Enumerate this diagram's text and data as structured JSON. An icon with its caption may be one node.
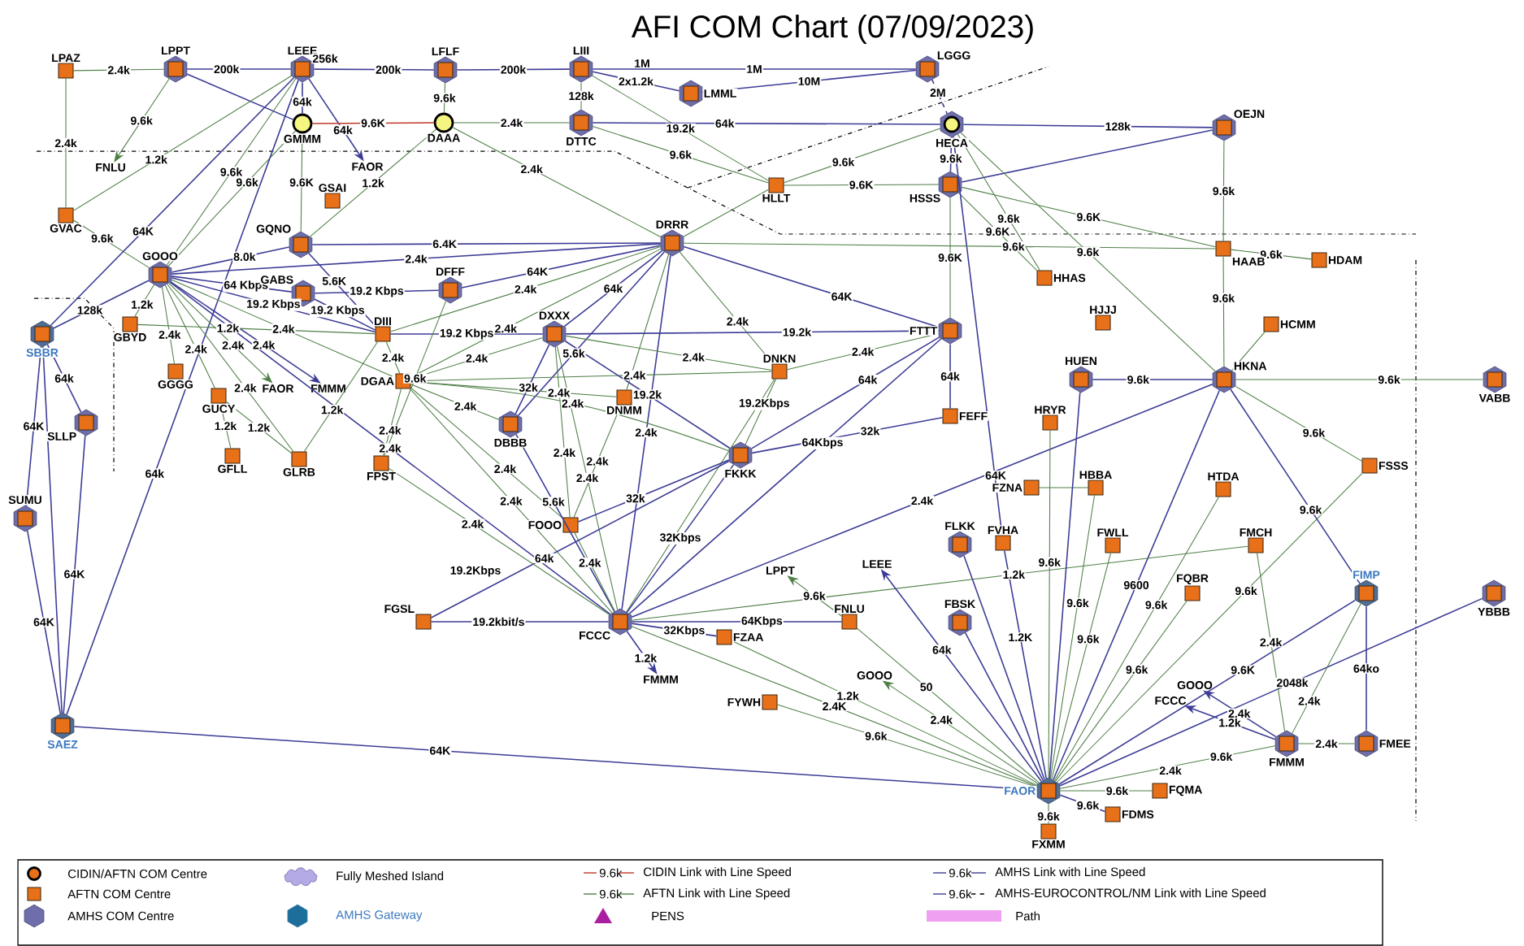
{
  "diagram": {
    "title": "AFI COM Chart (07/09/2023)",
    "nodes": [
      {
        "text": [
          "LPAZ"
        ]
      },
      {
        "text": [
          "LPPT"
        ]
      },
      {
        "text": [
          "LEEE"
        ]
      },
      {
        "text": [
          "LFLF"
        ]
      },
      {
        "text": [
          "LIII"
        ]
      },
      {
        "text": [
          "LMML"
        ]
      },
      {
        "text": [
          "LGGG"
        ]
      },
      {
        "text": [
          "GMMM"
        ]
      },
      {
        "text": [
          "DAAA"
        ]
      },
      {
        "text": [
          "DTTC"
        ]
      },
      {
        "text": [
          "HECA"
        ]
      },
      {
        "text": [
          "OEJN"
        ]
      },
      {
        "text": [
          "FNLU"
        ]
      },
      {
        "text": [
          "FAOR"
        ]
      },
      {
        "text": [
          "HLLT"
        ]
      },
      {
        "text": [
          "HSSS"
        ]
      },
      {
        "text": [
          "GSAI"
        ]
      },
      {
        "text": [
          "GVAC"
        ]
      },
      {
        "text": [
          "DRRR"
        ]
      },
      {
        "text": [
          "GQNO"
        ]
      },
      {
        "text": [
          "HAAB"
        ]
      },
      {
        "text": [
          "HDAM"
        ]
      },
      {
        "text": [
          "GOOO"
        ]
      },
      {
        "text": [
          "HHAS"
        ]
      },
      {
        "text": [
          "GABS"
        ]
      },
      {
        "text": [
          "DFFF"
        ]
      },
      {
        "text": [
          "HJJJ"
        ]
      },
      {
        "text": [
          "HCMM"
        ]
      },
      {
        "text": [
          "GBYD"
        ]
      },
      {
        "text": [
          "SBBR"
        ]
      },
      {
        "text": [
          "DIII"
        ]
      },
      {
        "text": [
          "DXXX"
        ]
      },
      {
        "text": [
          "FTTT"
        ]
      },
      {
        "text": [
          "GGGG"
        ]
      },
      {
        "text": [
          "DNKN"
        ]
      },
      {
        "text": [
          "HUEN"
        ]
      },
      {
        "text": [
          "HKNA"
        ]
      },
      {
        "text": [
          "VABB"
        ]
      },
      {
        "text": [
          "FAOR"
        ]
      },
      {
        "text": [
          "FMMM"
        ]
      },
      {
        "text": [
          "DGAA"
        ]
      },
      {
        "text": [
          "GUCY"
        ]
      },
      {
        "text": [
          "DNMM"
        ]
      },
      {
        "text": [
          "DBBB"
        ]
      },
      {
        "text": [
          "FEFF"
        ]
      },
      {
        "text": [
          "SLLP"
        ]
      },
      {
        "text": [
          "HRYR"
        ]
      },
      {
        "text": [
          "FKKK"
        ]
      },
      {
        "text": [
          "GFLL"
        ]
      },
      {
        "text": [
          "GLRB"
        ]
      },
      {
        "text": [
          "FPST"
        ]
      },
      {
        "text": [
          "FZNA"
        ]
      },
      {
        "text": [
          "HBBA"
        ]
      },
      {
        "text": [
          "FSSS"
        ]
      },
      {
        "text": [
          "HTDA"
        ]
      },
      {
        "text": [
          "SUMU"
        ]
      },
      {
        "text": [
          "FOOO"
        ]
      },
      {
        "text": [
          "FLKK"
        ]
      },
      {
        "text": [
          "FVHA"
        ]
      },
      {
        "text": [
          "FWLL"
        ]
      },
      {
        "text": [
          "FMCH"
        ]
      },
      {
        "text": [
          "LPPT"
        ]
      },
      {
        "text": [
          "LEEE"
        ]
      },
      {
        "text": [
          "FQBR"
        ]
      },
      {
        "text": [
          "FIMP"
        ]
      },
      {
        "text": [
          "YBBB"
        ]
      },
      {
        "text": [
          "FGSL"
        ]
      },
      {
        "text": [
          "FCCC"
        ]
      },
      {
        "text": [
          "FNLU"
        ]
      },
      {
        "text": [
          "FBSK"
        ]
      },
      {
        "text": [
          "FZAA"
        ]
      },
      {
        "text": [
          "GOOO"
        ]
      },
      {
        "text": [
          "GOOO"
        ]
      },
      {
        "text": [
          "FMMM"
        ]
      },
      {
        "text": [
          "FCCC"
        ]
      },
      {
        "text": [
          "FYWH"
        ]
      },
      {
        "text": [
          "SAEZ"
        ]
      },
      {
        "text": [
          "FMMM"
        ]
      },
      {
        "text": [
          "FMEE"
        ]
      },
      {
        "text": [
          "FAOR"
        ]
      },
      {
        "text": [
          "FQMA"
        ]
      },
      {
        "text": [
          "FDMS"
        ]
      },
      {
        "text": [
          "FXMM"
        ]
      }
    ],
    "edges": [
      {
        "from": 0,
        "to": 1,
        "arrow": "none",
        "label": "2.4k"
      },
      {
        "from": 1,
        "to": 2,
        "arrow": "none",
        "label": "200k",
        "color": "#3c3c96"
      },
      {
        "from": 2,
        "to": 3,
        "arrow": "none",
        "label": "200k",
        "color": "#3c3c96"
      },
      {
        "from": 3,
        "to": 4,
        "arrow": "none",
        "label": "200k",
        "color": "#3c3c96"
      },
      {
        "from": 4,
        "to": 6,
        "arrow": "none",
        "label": "1M",
        "color": "#3c3c96"
      },
      {
        "from": 4,
        "to": 5,
        "arrow": "none",
        "label": "2x1.2k",
        "color": "#3c3c96"
      },
      {
        "from": 5,
        "to": 6,
        "arrow": "none",
        "label": "10M",
        "color": "#3c3c96"
      },
      {
        "from": 4,
        "to": 9,
        "arrow": "none",
        "label": "128k"
      },
      {
        "from": 4,
        "to": 14,
        "arrow": "none",
        "label": "19.2k"
      },
      {
        "from": 6,
        "to": 10,
        "arrow": "none",
        "label": "2M",
        "color": "#3c3c96",
        "style": "dashed"
      },
      {
        "from": 1,
        "to": 12,
        "arrow": "to",
        "label": "9.6k"
      },
      {
        "from": 1,
        "to": 7,
        "arrow": "none",
        "color": "#3c3c96"
      },
      {
        "from": 2,
        "to": 7,
        "arrow": "none",
        "label": "64k",
        "color": "#3c3c96"
      },
      {
        "from": 2,
        "to": 13,
        "arrow": "to",
        "label": "64k",
        "color": "#3c3c96"
      },
      {
        "from": 2,
        "to": 17,
        "arrow": "none",
        "label": "1.2k"
      },
      {
        "from": 7,
        "to": 8,
        "arrow": "none",
        "label": "9.6K",
        "color": "#c0392b"
      },
      {
        "from": 3,
        "to": 8,
        "arrow": "none",
        "label": "9.6k"
      },
      {
        "from": 8,
        "to": 9,
        "arrow": "none",
        "label": "2.4k"
      },
      {
        "from": 9,
        "to": 10,
        "arrow": "none",
        "label": "64k",
        "color": "#3c3c96"
      },
      {
        "from": 9,
        "to": 14,
        "arrow": "none",
        "label": "9.6k"
      },
      {
        "from": 10,
        "to": 11,
        "arrow": "none",
        "label": "128k",
        "color": "#3c3c96"
      },
      {
        "from": 10,
        "to": 15,
        "arrow": "none",
        "label": "9.6k",
        "color": "#3c3c96"
      },
      {
        "from": 14,
        "to": 10,
        "arrow": "none",
        "label": "9.6k"
      },
      {
        "from": 14,
        "to": 15,
        "arrow": "none",
        "label": "9.6K"
      },
      {
        "from": 14,
        "to": 18,
        "arrow": "none"
      },
      {
        "from": 8,
        "to": 18,
        "arrow": "none",
        "label": "2.4k"
      },
      {
        "from": 8,
        "to": 19,
        "arrow": "none",
        "label": "1.2k"
      },
      {
        "from": 7,
        "to": 19,
        "arrow": "none",
        "label": "9.6K"
      },
      {
        "from": 0,
        "to": 17,
        "arrow": "none",
        "label": "2.4k"
      },
      {
        "from": 17,
        "to": 22,
        "arrow": "none",
        "label": "9.6k"
      },
      {
        "from": 2,
        "to": 22,
        "arrow": "none",
        "label": "9.6k"
      },
      {
        "from": 7,
        "to": 22,
        "arrow": "none",
        "label": "9.6k"
      },
      {
        "from": 2,
        "to": 29,
        "arrow": "none",
        "label": "64K",
        "color": "#3c3c96"
      },
      {
        "from": 2,
        "to": 76,
        "arrow": "none",
        "label": "64k",
        "color": "#3c3c96"
      },
      {
        "from": 11,
        "to": 20,
        "arrow": "none",
        "label": "9.6k"
      },
      {
        "from": 11,
        "to": 15,
        "arrow": "none",
        "color": "#3c3c96"
      },
      {
        "from": 15,
        "to": 20,
        "arrow": "none",
        "label": "9.6K"
      },
      {
        "from": 15,
        "to": 23,
        "arrow": "none",
        "label": "9.6K"
      },
      {
        "from": 15,
        "to": 32,
        "arrow": "none",
        "label": "9.6K"
      },
      {
        "from": 10,
        "to": 23,
        "arrow": "none",
        "label": "9.6k"
      },
      {
        "from": 10,
        "to": 36,
        "arrow": "none",
        "label": "9.6k"
      },
      {
        "from": 10,
        "to": 58,
        "arrow": "none",
        "color": "#3c3c96"
      },
      {
        "from": 58,
        "to": 79,
        "arrow": "none",
        "label": "1.2K",
        "color": "#3c3c96"
      },
      {
        "from": 18,
        "to": 20,
        "arrow": "none",
        "label": "9.6k"
      },
      {
        "from": 20,
        "to": 21,
        "arrow": "none",
        "label": "9.6k"
      },
      {
        "from": 20,
        "to": 36,
        "arrow": "none",
        "label": "9.6k"
      },
      {
        "from": 36,
        "to": 27,
        "arrow": "none"
      },
      {
        "from": 36,
        "to": 35,
        "arrow": "none",
        "label": "9.6k",
        "color": "#3c3c96"
      },
      {
        "from": 36,
        "to": 37,
        "arrow": "none",
        "label": "9.6k"
      },
      {
        "from": 36,
        "to": 53,
        "arrow": "none",
        "label": "9.6k"
      },
      {
        "from": 36,
        "to": 64,
        "arrow": "none",
        "label": "9.6k",
        "color": "#3c3c96"
      },
      {
        "from": 36,
        "to": 79,
        "arrow": "none",
        "label": "9600",
        "color": "#3c3c96"
      },
      {
        "from": 36,
        "to": 67,
        "arrow": "none",
        "label": "2.4k",
        "color": "#3c3c96"
      },
      {
        "from": 18,
        "to": 32,
        "arrow": "none",
        "label": "64K",
        "color": "#3c3c96"
      },
      {
        "from": 18,
        "to": 19,
        "arrow": "none",
        "label": "6.4K",
        "color": "#3c3c96"
      },
      {
        "from": 18,
        "to": 22,
        "arrow": "none",
        "label": "2.4k",
        "color": "#3c3c96"
      },
      {
        "from": 18,
        "to": 25,
        "arrow": "none",
        "label": "64K",
        "color": "#3c3c96"
      },
      {
        "from": 18,
        "to": 30,
        "arrow": "none",
        "label": "2.4k"
      },
      {
        "from": 18,
        "to": 31,
        "arrow": "none",
        "label": "64k",
        "color": "#3c3c96"
      },
      {
        "from": 18,
        "to": 43,
        "arrow": "none",
        "label": "5.6k",
        "color": "#3c3c96"
      },
      {
        "from": 18,
        "to": 40,
        "arrow": "none",
        "label": "2.4k"
      },
      {
        "from": 18,
        "to": 42,
        "arrow": "none"
      },
      {
        "from": 18,
        "to": 67,
        "arrow": "none",
        "label": "2.4k",
        "color": "#3c3c96"
      },
      {
        "from": 18,
        "to": 34,
        "arrow": "none",
        "label": "2.4k"
      },
      {
        "from": 19,
        "to": 22,
        "arrow": "none",
        "label": "8.0k",
        "color": "#3c3c96"
      },
      {
        "from": 19,
        "to": 30,
        "arrow": "none",
        "label": "5.6K",
        "color": "#3c3c96"
      },
      {
        "from": 22,
        "to": 24,
        "arrow": "none",
        "label": "64 Kbps",
        "color": "#3c3c96"
      },
      {
        "from": 24,
        "to": 25,
        "arrow": "none",
        "label": "19.2 Kbps",
        "color": "#3c3c96"
      },
      {
        "from": 24,
        "to": 30,
        "arrow": "none",
        "label": "19.2 Kbps",
        "color": "#3c3c96"
      },
      {
        "from": 22,
        "to": 30,
        "arrow": "none",
        "label": "19.2 Kbps",
        "color": "#3c3c96"
      },
      {
        "from": 22,
        "to": 28,
        "arrow": "none",
        "label": "1.2k"
      },
      {
        "from": 22,
        "to": 29,
        "arrow": "none",
        "label": "128k",
        "color": "#3c3c96"
      },
      {
        "from": 22,
        "to": 33,
        "arrow": "none",
        "label": "2.4k"
      },
      {
        "from": 22,
        "to": 41,
        "arrow": "none",
        "label": "2.4k"
      },
      {
        "from": 22,
        "to": 49,
        "arrow": "none",
        "label": "2.4k"
      },
      {
        "from": 41,
        "to": 49,
        "arrow": "none",
        "label": "1.2k"
      },
      {
        "from": 41,
        "to": 48,
        "arrow": "none",
        "label": "1.2k"
      },
      {
        "from": 22,
        "to": 38,
        "arrow": "to",
        "label": "2.4k"
      },
      {
        "from": 22,
        "to": 39,
        "arrow": "to",
        "label": "2.4k",
        "color": "#3c3c96"
      },
      {
        "from": 22,
        "to": 67,
        "arrow": "none",
        "label": "2.4k",
        "color": "#3c3c96"
      },
      {
        "from": 22,
        "to": 40,
        "arrow": "none",
        "label": "2.4k"
      },
      {
        "from": 28,
        "to": 30,
        "arrow": "none",
        "label": "1.2k"
      },
      {
        "from": 30,
        "to": 49,
        "arrow": "none",
        "label": "1.2k"
      },
      {
        "from": 30,
        "to": 31,
        "arrow": "none",
        "label": "19.2 Kbps",
        "color": "#3c3c96"
      },
      {
        "from": 30,
        "to": 40,
        "arrow": "none",
        "label": "2.4k"
      },
      {
        "from": 25,
        "to": 50,
        "arrow": "none",
        "label": "9.6k"
      },
      {
        "from": 40,
        "to": 50,
        "arrow": "none",
        "label": "2.4k"
      },
      {
        "from": 29,
        "to": 45,
        "arrow": "none",
        "label": "64k",
        "color": "#3c3c96"
      },
      {
        "from": 29,
        "to": 55,
        "arrow": "none",
        "label": "64K",
        "color": "#3c3c96"
      },
      {
        "from": 29,
        "to": 76,
        "arrow": "none",
        "color": "#3c3c96"
      },
      {
        "from": 45,
        "to": 76,
        "arrow": "none",
        "label": "64K",
        "color": "#3c3c96"
      },
      {
        "from": 55,
        "to": 76,
        "arrow": "none",
        "label": "64K",
        "color": "#3c3c96"
      },
      {
        "from": 76,
        "to": 79,
        "arrow": "none",
        "label": "64K",
        "color": "#3c3c96"
      },
      {
        "from": 40,
        "to": 31,
        "arrow": "none",
        "label": "2.4k"
      },
      {
        "from": 40,
        "to": 34,
        "arrow": "none",
        "label": "2.4k"
      },
      {
        "from": 40,
        "to": 42,
        "arrow": "none",
        "label": "2.4k"
      },
      {
        "from": 40,
        "to": 43,
        "arrow": "none",
        "label": "2.4k"
      },
      {
        "from": 40,
        "to": 47,
        "arrow": "none",
        "label": "2.4k"
      },
      {
        "from": 40,
        "to": 67,
        "arrow": "none",
        "label": "2.4k"
      },
      {
        "from": 40,
        "to": 56,
        "arrow": "none",
        "label": "2.4k"
      },
      {
        "from": 31,
        "to": 32,
        "arrow": "none",
        "label": "19.2k",
        "color": "#3c3c96"
      },
      {
        "from": 31,
        "to": 34,
        "arrow": "none",
        "label": "2.4k"
      },
      {
        "from": 31,
        "to": 43,
        "arrow": "none",
        "label": "32k",
        "color": "#3c3c96"
      },
      {
        "from": 31,
        "to": 47,
        "arrow": "none",
        "label": "19.2k",
        "color": "#3c3c96"
      },
      {
        "from": 31,
        "to": 67,
        "arrow": "none",
        "label": "2.4k"
      },
      {
        "from": 31,
        "to": 56,
        "arrow": "none",
        "label": "2.4k"
      },
      {
        "from": 34,
        "to": 32,
        "arrow": "none",
        "label": "2.4k"
      },
      {
        "from": 34,
        "to": 47,
        "arrow": "none",
        "label": "19.2Kbps"
      },
      {
        "from": 34,
        "to": 67,
        "arrow": "none"
      },
      {
        "from": 32,
        "to": 44,
        "arrow": "none",
        "label": "64k",
        "color": "#3c3c96"
      },
      {
        "from": 32,
        "to": 47,
        "arrow": "none",
        "label": "64k",
        "color": "#3c3c96"
      },
      {
        "from": 32,
        "to": 67,
        "arrow": "none",
        "label": "64Kbps",
        "color": "#3c3c96"
      },
      {
        "from": 44,
        "to": 47,
        "arrow": "none",
        "label": "32k",
        "color": "#3c3c96"
      },
      {
        "from": 47,
        "to": 67,
        "arrow": "none",
        "label": "32Kbps",
        "color": "#3c3c96"
      },
      {
        "from": 47,
        "to": 56,
        "arrow": "none",
        "label": "32k",
        "color": "#3c3c96"
      },
      {
        "from": 43,
        "to": 67,
        "arrow": "none",
        "label": "5.6k",
        "color": "#3c3c96"
      },
      {
        "from": 42,
        "to": 56,
        "arrow": "none",
        "label": "2.4k"
      },
      {
        "from": 56,
        "to": 67,
        "arrow": "none",
        "label": "2.4k"
      },
      {
        "from": 66,
        "to": 67,
        "arrow": "none",
        "label": "19.2kbit/s",
        "color": "#3c3c96"
      },
      {
        "from": 66,
        "to": 47,
        "arrow": "none",
        "label": "64k",
        "color": "#3c3c96"
      },
      {
        "from": 67,
        "to": 68,
        "arrow": "none",
        "label": "64Kbps",
        "color": "#3c3c96"
      },
      {
        "from": 67,
        "to": 70,
        "arrow": "none",
        "label": "32Kbps",
        "color": "#3c3c96"
      },
      {
        "from": 67,
        "to": 73,
        "arrow": "to",
        "label": "1.2k",
        "color": "#3c3c96"
      },
      {
        "from": 67,
        "to": 60,
        "arrow": "none",
        "label": "1.2k"
      },
      {
        "from": 67,
        "to": 79,
        "arrow": "none",
        "label": "2.4K"
      },
      {
        "from": 70,
        "to": 79,
        "arrow": "none",
        "label": "1.2k"
      },
      {
        "from": 68,
        "to": 61,
        "arrow": "to",
        "label": "9.6k"
      },
      {
        "from": 68,
        "to": 79,
        "arrow": "none",
        "label": "50"
      },
      {
        "from": 79,
        "to": 71,
        "arrow": "to",
        "label": "2.4k"
      },
      {
        "from": 79,
        "to": 62,
        "arrow": "to",
        "label": "64k",
        "color": "#3c3c96"
      },
      {
        "from": 75,
        "to": 79,
        "arrow": "none",
        "label": "9.6k"
      },
      {
        "from": 57,
        "to": 79,
        "arrow": "none",
        "color": "#3c3c96"
      },
      {
        "from": 69,
        "to": 79,
        "arrow": "none",
        "color": "#3c3c96"
      },
      {
        "from": 46,
        "to": 79,
        "arrow": "none",
        "label": "9.6k"
      },
      {
        "from": 51,
        "to": 52,
        "arrow": "none"
      },
      {
        "from": 52,
        "to": 79,
        "arrow": "none",
        "label": "9.6k"
      },
      {
        "from": 59,
        "to": 79,
        "arrow": "none",
        "label": "9.6k"
      },
      {
        "from": 54,
        "to": 79,
        "arrow": "none",
        "label": "9.6k"
      },
      {
        "from": 63,
        "to": 79,
        "arrow": "none",
        "label": "9.6k"
      },
      {
        "from": 53,
        "to": 79,
        "arrow": "none",
        "label": "9.6k"
      },
      {
        "from": 64,
        "to": 79,
        "arrow": "none",
        "label": "9.6K",
        "color": "#3c3c96"
      },
      {
        "from": 65,
        "to": 79,
        "arrow": "none",
        "label": "2048k",
        "color": "#3c3c96"
      },
      {
        "from": 35,
        "to": 79,
        "arrow": "none",
        "color": "#3c3c96"
      },
      {
        "from": 60,
        "to": 77,
        "arrow": "none",
        "label": "2.4k"
      },
      {
        "from": 64,
        "to": 77,
        "arrow": "none",
        "label": "2.4k"
      },
      {
        "from": 64,
        "to": 78,
        "arrow": "none",
        "label": "64ko",
        "color": "#3c3c96"
      },
      {
        "from": 77,
        "to": 78,
        "arrow": "none",
        "label": "2.4k"
      },
      {
        "from": 77,
        "to": 79,
        "arrow": "none",
        "label": "9.6k"
      },
      {
        "from": 77,
        "to": 72,
        "arrow": "to",
        "label": "2.4k",
        "color": "#3c3c96"
      },
      {
        "from": 77,
        "to": 74,
        "arrow": "to",
        "label": "1.2k",
        "color": "#3c3c96"
      },
      {
        "from": 79,
        "to": 80,
        "arrow": "none",
        "label": "9.6k"
      },
      {
        "from": 79,
        "to": 81,
        "arrow": "none",
        "label": "9.6k",
        "color": "#3c3c96"
      },
      {
        "from": 79,
        "to": 82,
        "arrow": "none",
        "label": "9.6k"
      },
      {
        "from": 50,
        "to": 67,
        "arrow": "none",
        "label": "2.4k"
      }
    ],
    "labels": [
      "256k",
      "1M",
      "19.2Kbps",
      "64K",
      "2.4k",
      "9.6k",
      "9.6k",
      "9.6k",
      "9.6k"
    ],
    "legend": [
      {
        "text": "CIDIN/AFTN COM Centre"
      },
      {
        "text": "Fully Meshed Island"
      },
      {
        "text": "CIDIN Link with Line Speed"
      },
      {
        "text": "AMHS Link with Line Speed"
      },
      {
        "text": "AFTN COM Centre"
      },
      {
        "text": "AFTN Link with Line Speed"
      },
      {
        "text": "AMHS-EUROCONTROL/NM Link with Line Speed"
      },
      {
        "text": "AMHS COM Centre"
      },
      {
        "text": "AMHS Gateway"
      },
      {
        "text": "PENS"
      },
      {
        "text": "Path",
        "color": "#f0a0f0"
      }
    ]
  }
}
